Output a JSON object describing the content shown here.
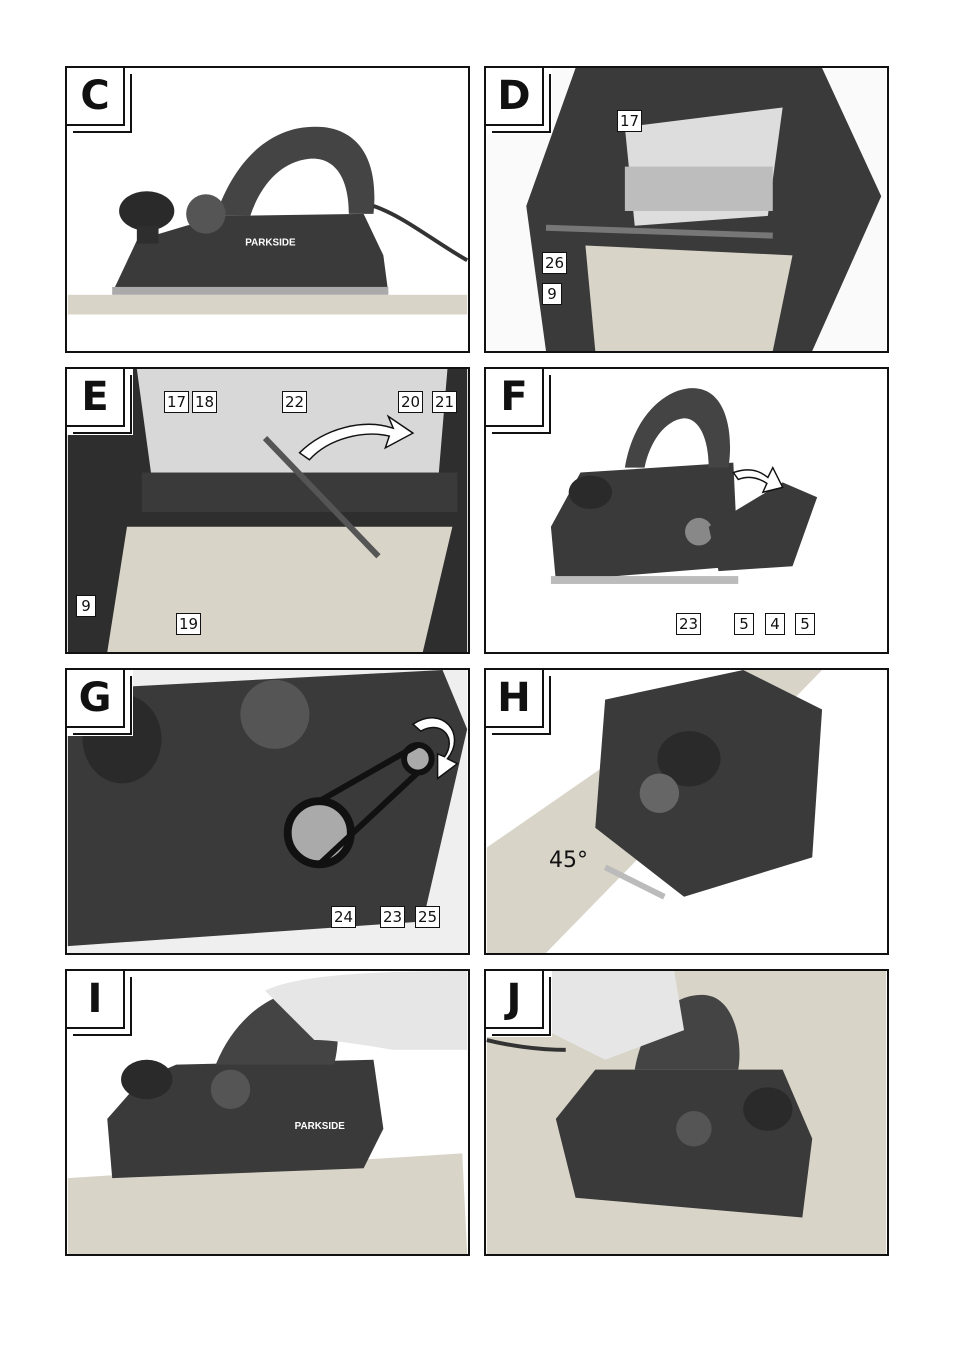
{
  "panels": {
    "C": {
      "letter": "C"
    },
    "D": {
      "letter": "D",
      "callouts": [
        "17",
        "26",
        "9"
      ]
    },
    "E": {
      "letter": "E",
      "callouts": [
        "17",
        "18",
        "22",
        "20",
        "21",
        "9",
        "19"
      ]
    },
    "F": {
      "letter": "F",
      "callouts": [
        "23",
        "5",
        "4",
        "5"
      ]
    },
    "G": {
      "letter": "G",
      "callouts": [
        "24",
        "23",
        "25"
      ]
    },
    "H": {
      "letter": "H",
      "angle": "45°"
    },
    "I": {
      "letter": "I"
    },
    "J": {
      "letter": "J"
    }
  },
  "brand_label": "PARKSIDE",
  "colors": {
    "frame": "#111111",
    "tool_body": "#3a3a3a",
    "wood": "#d9d4c8"
  }
}
